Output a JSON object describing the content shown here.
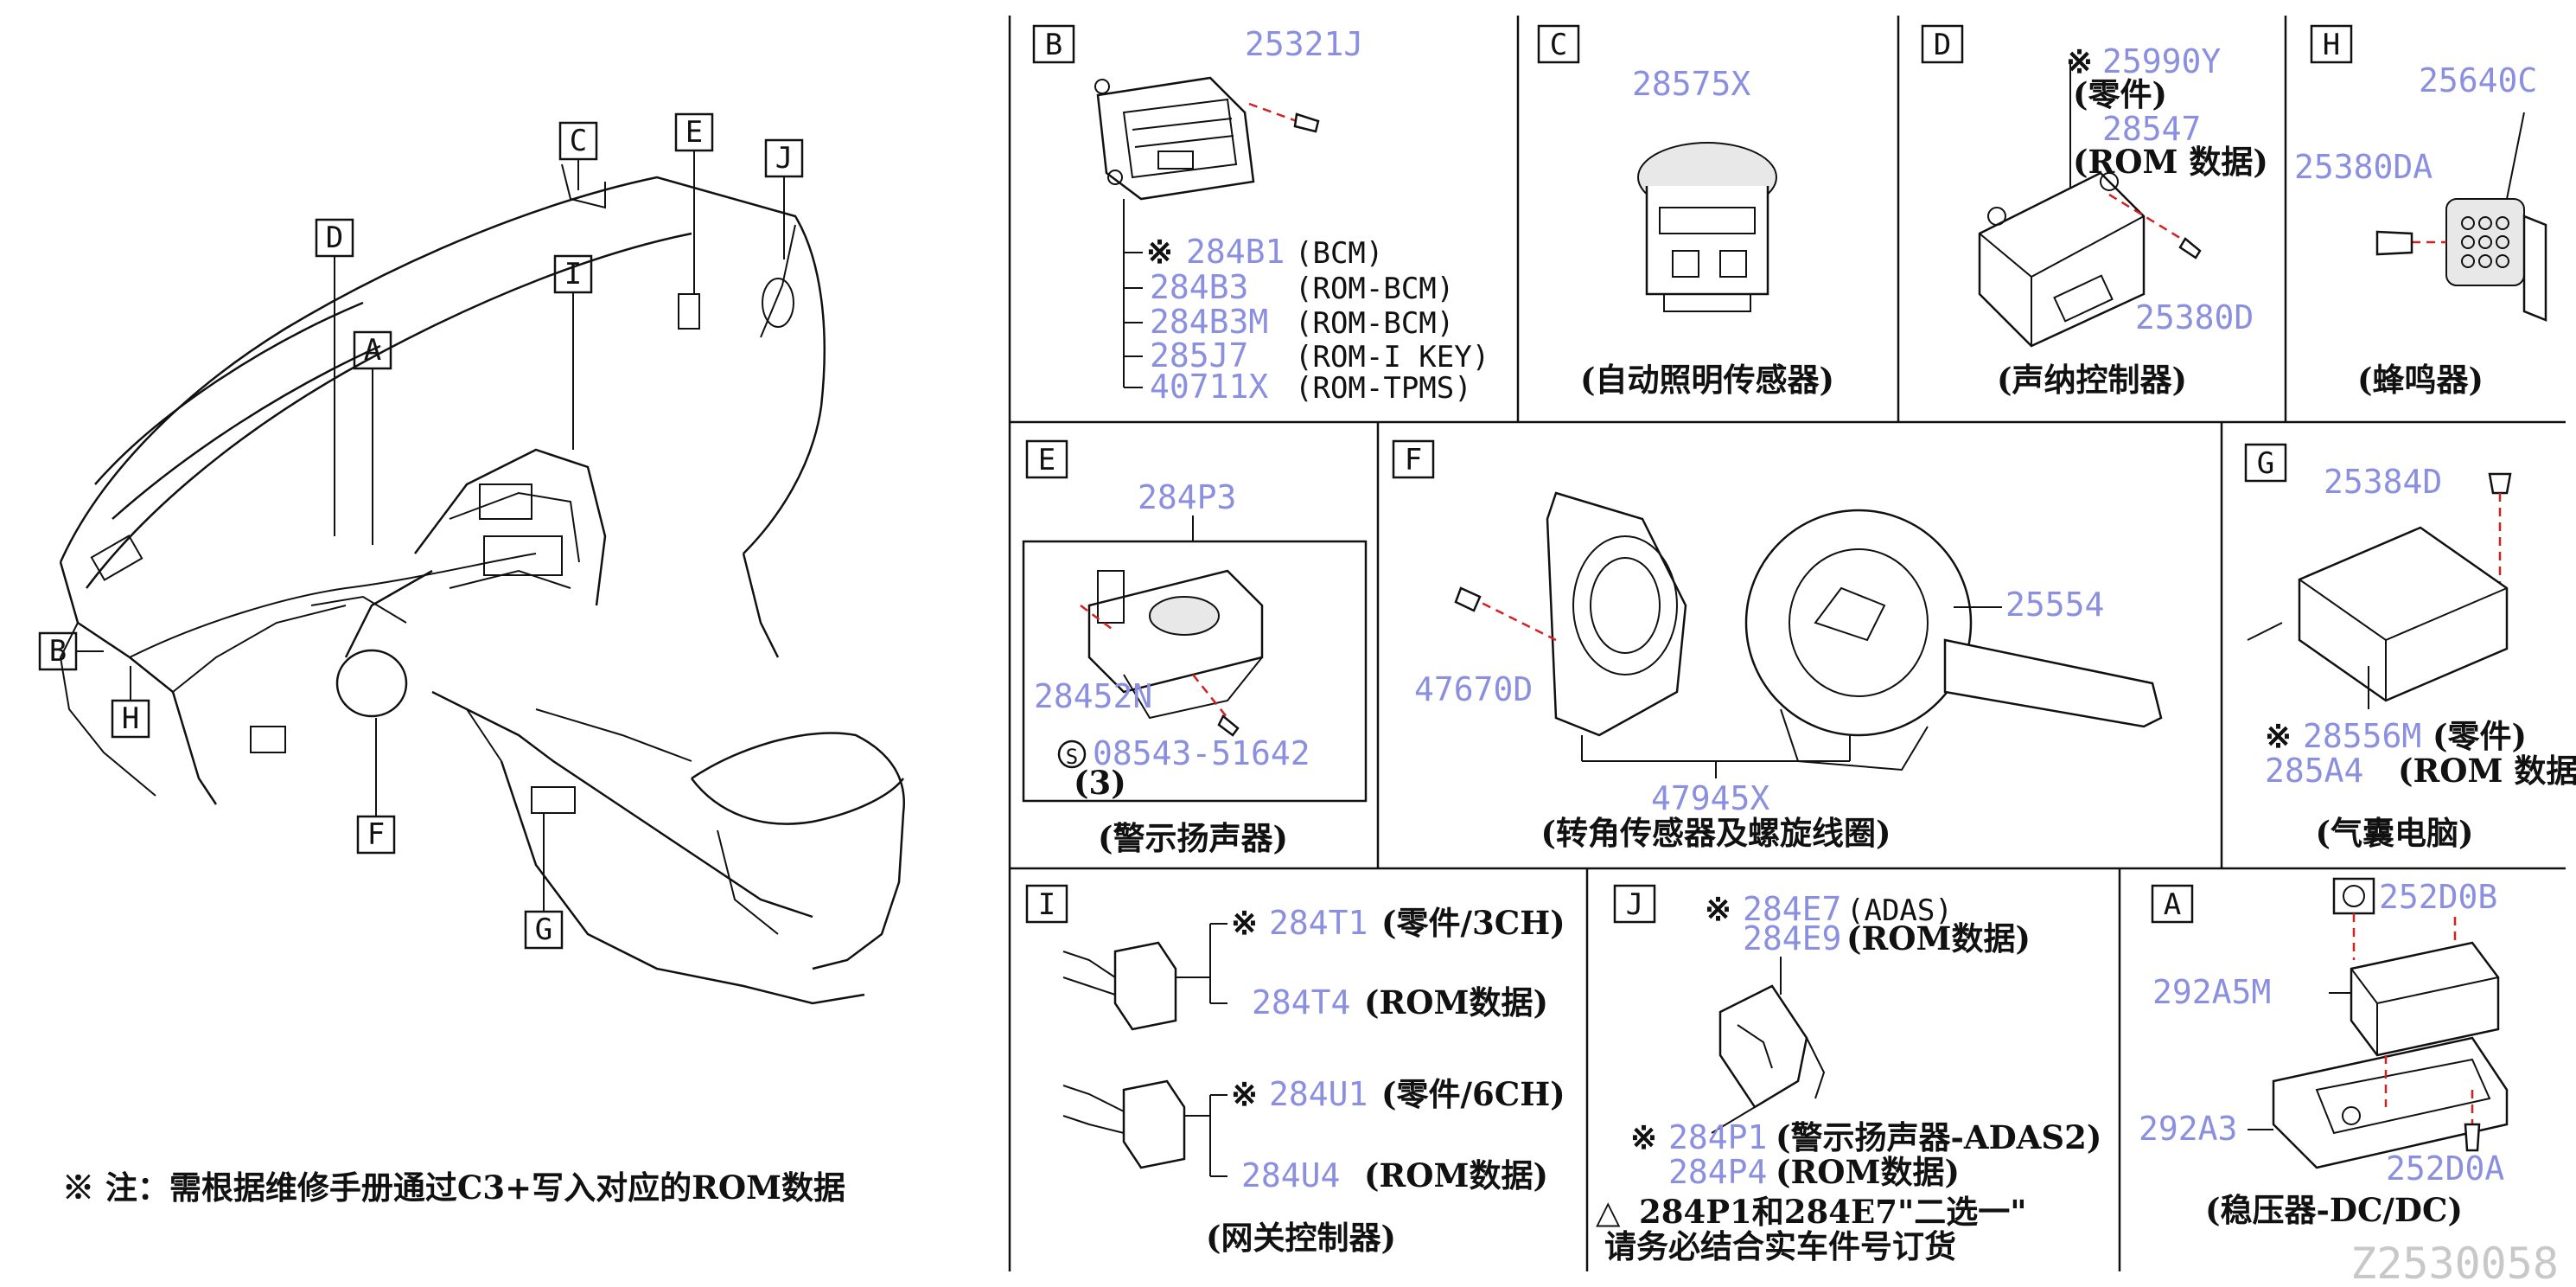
{
  "overview": {
    "labels": [
      "C",
      "E",
      "J",
      "D",
      "I",
      "A",
      "B",
      "H",
      "F",
      "G"
    ],
    "note": "※ 注：需根据维修手册通过C3+写入对应的ROM数据"
  },
  "panels": {
    "B": {
      "letter": "B",
      "top_part": "25321J",
      "rows": [
        {
          "prefix": "※",
          "num": "284B1",
          "desc": "(BCM)"
        },
        {
          "prefix": "",
          "num": "284B3",
          "desc": "(ROM-BCM)"
        },
        {
          "prefix": "",
          "num": "284B3M",
          "desc": "(ROM-BCM)"
        },
        {
          "prefix": "",
          "num": "285J7",
          "desc": "(ROM-I KEY)"
        },
        {
          "prefix": "",
          "num": "40711X",
          "desc": "(ROM-TPMS)"
        }
      ]
    },
    "C": {
      "letter": "C",
      "part": "28575X",
      "caption": "(自动照明传感器)"
    },
    "D": {
      "letter": "D",
      "mark": "※",
      "part1": "25990Y",
      "part1_desc": "(零件)",
      "part2": "28547",
      "part2_desc": "(ROM 数据)",
      "part3": "25380D",
      "caption": "(声纳控制器)"
    },
    "H": {
      "letter": "H",
      "part1": "25640C",
      "part2": "25380DA",
      "caption": "(蜂鸣器)"
    },
    "E": {
      "letter": "E",
      "part1": "284P3",
      "part2": "28452N",
      "screw_symbol": "S",
      "part3": "08543-51642",
      "qty": "(3)",
      "caption": "(警示扬声器)"
    },
    "F": {
      "letter": "F",
      "part1": "25554",
      "part2": "47670D",
      "part3": "47945X",
      "caption": "(转角传感器及螺旋线圈)"
    },
    "G": {
      "letter": "G",
      "part1": "25384D",
      "mark": "※",
      "part2": "28556M",
      "part2_desc": "(零件)",
      "part3": "285A4",
      "part3_desc": "(ROM 数据)",
      "caption": "(气囊电脑)"
    },
    "I": {
      "letter": "I",
      "m1": "※",
      "p1": "284T1",
      "d1": "(零件/3CH)",
      "p2": "284T4",
      "d2": "(ROM数据)",
      "m3": "※",
      "p3": "284U1",
      "d3": "(零件/6CH)",
      "p4": "284U4",
      "d4": "(ROM数据)",
      "caption": "(网关控制器)"
    },
    "J": {
      "letter": "J",
      "m1": "※",
      "p1": "284E7",
      "d1": "(ADAS)",
      "p2": "284E9",
      "d2": "(ROM数据)",
      "m3": "※",
      "p3": "284P1",
      "d3": "(警示扬声器-ADAS2)",
      "p4": "284P4",
      "d4": "(ROM数据)",
      "tri": "△",
      "note1": "284P1和284E7\"二选一\"",
      "note2": "请务必结合实车件号订货"
    },
    "A": {
      "letter": "A",
      "p1": "252D0B",
      "p2": "292A5M",
      "p3": "292A3",
      "p4": "252D0A",
      "caption": "(稳压器-DC/DC)"
    }
  },
  "diagram_id": "Z2530058"
}
